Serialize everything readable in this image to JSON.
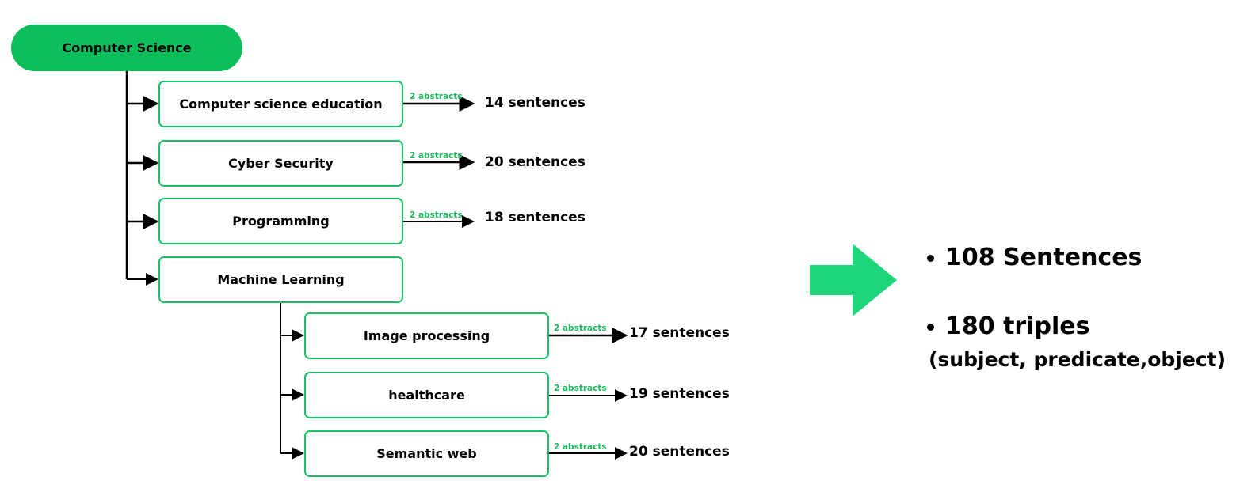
{
  "root": {
    "label": "Computer Science"
  },
  "branches": [
    {
      "label": "Computer science education",
      "abstracts": "2 abstracts",
      "sentences": "14 sentences"
    },
    {
      "label": "Cyber Security",
      "abstracts": "2 abstracts",
      "sentences": "20 sentences"
    },
    {
      "label": "Programming",
      "abstracts": "2 abstracts",
      "sentences": "18 sentences"
    },
    {
      "label": "Machine Learning"
    }
  ],
  "ml_children": [
    {
      "label": "Image processing",
      "abstracts": "2 abstracts",
      "sentences": "17 sentences"
    },
    {
      "label": "healthcare",
      "abstracts": "2 abstracts",
      "sentences": "19 sentences"
    },
    {
      "label": "Semantic web",
      "abstracts": "2 abstracts",
      "sentences": "20 sentences"
    }
  ],
  "summary": {
    "sentences": "108 Sentences",
    "triples": "180 triples",
    "triple_format": "(subject, predicate,object)"
  },
  "colors": {
    "green": "#0dbf5a",
    "border_green": "#17c264",
    "arrow_green": "#1ed67a"
  }
}
